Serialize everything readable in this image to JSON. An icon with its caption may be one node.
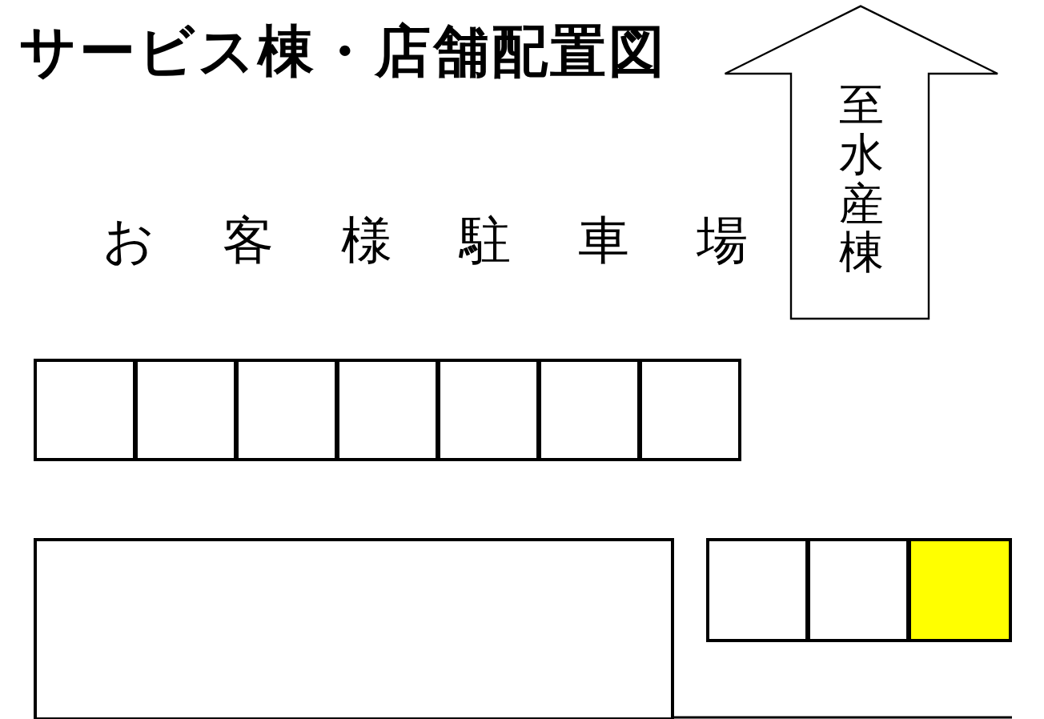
{
  "diagram": {
    "title": "サービス棟・店舗配置図",
    "nodes": [
      {
        "text": [
          "至水産棟"
        ]
      },
      {
        "text": [],
        "shape": "box"
      },
      {
        "text": [],
        "shape": "box"
      },
      {
        "text": [],
        "shape": "box"
      },
      {
        "text": [],
        "shape": "box"
      },
      {
        "text": [],
        "shape": "box"
      },
      {
        "text": [],
        "shape": "box"
      },
      {
        "text": [],
        "shape": "box"
      },
      {
        "text": [],
        "shape": "box"
      },
      {
        "text": [],
        "shape": "box"
      },
      {
        "text": [],
        "shape": "box"
      },
      {
        "text": [],
        "shape": "box"
      }
    ],
    "labels": [
      "お客様駐車場"
    ]
  }
}
